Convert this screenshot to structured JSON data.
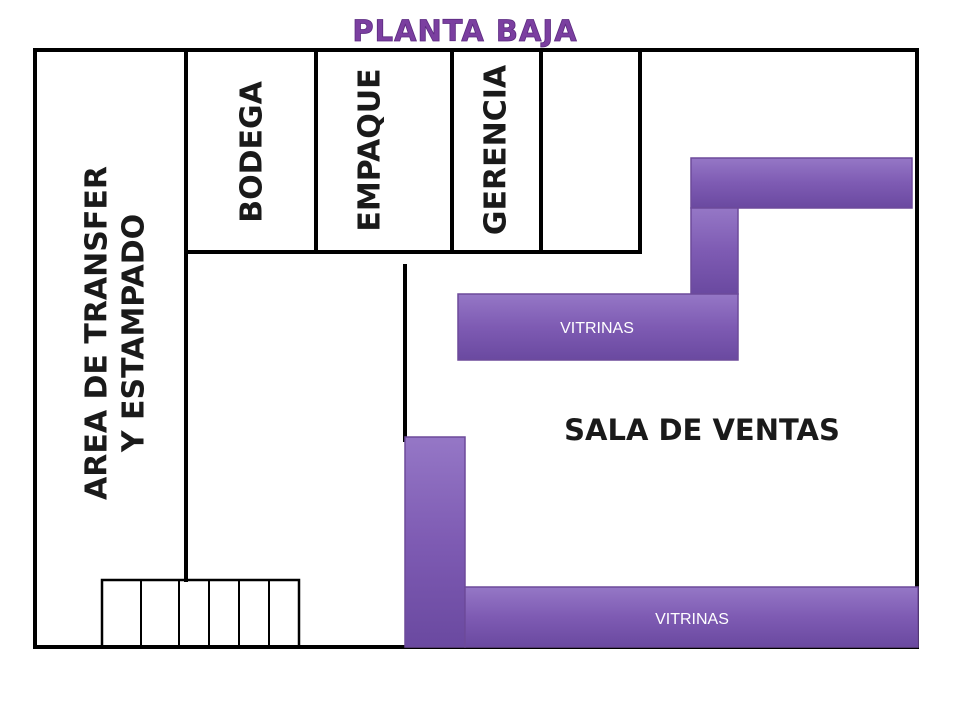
{
  "title": "PLANTA BAJA",
  "rooms": {
    "bodega": "BODEGA",
    "empaque": "EMPAQUE",
    "gerencia": "GERENCIA"
  },
  "area": {
    "line1": "AREA DE TRANSFER",
    "line2": "Y ESTAMPADO"
  },
  "sala": "SALA DE VENTAS",
  "vitrinas": {
    "middle": "VITRINAS",
    "bottom": "VITRINAS"
  },
  "colors": {
    "title": "#7b3fa0",
    "vitrina": "#7e5bb3",
    "wall": "#000000"
  }
}
